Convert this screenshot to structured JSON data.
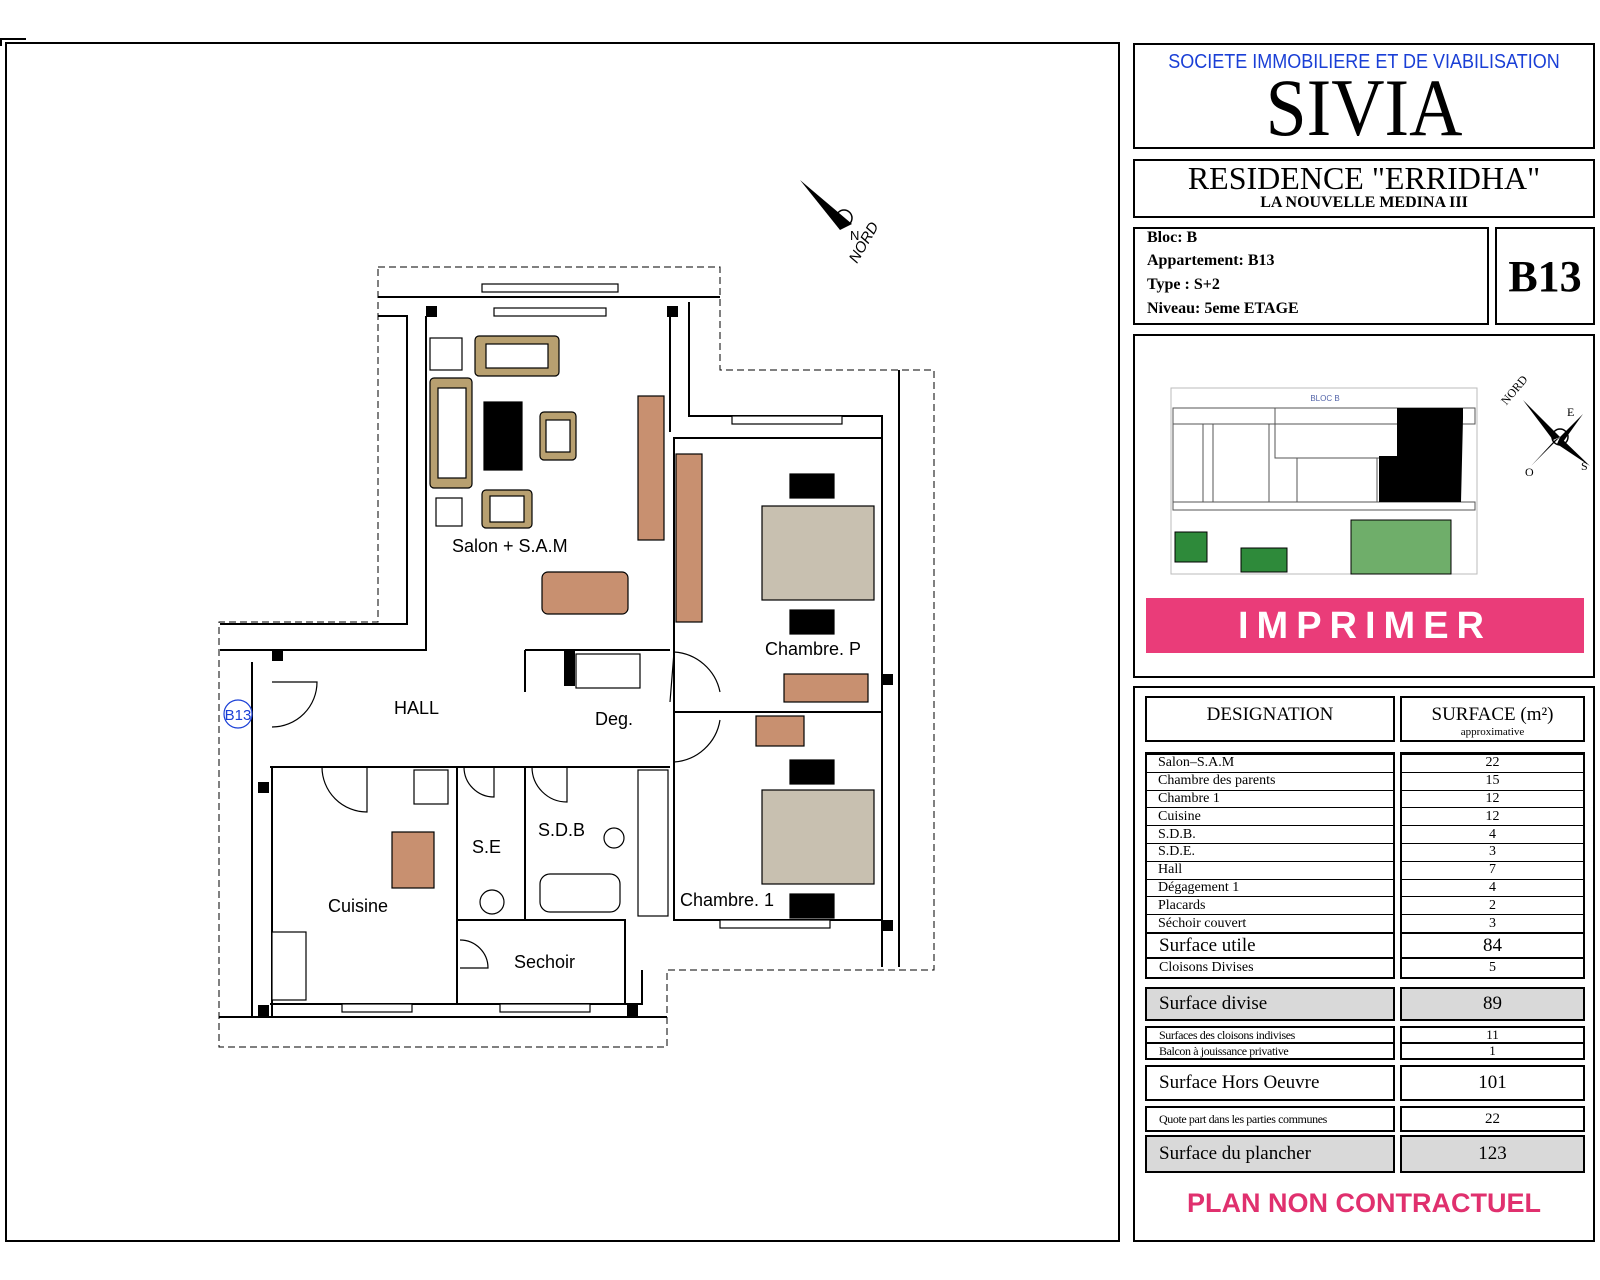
{
  "company": {
    "subtitle": "SOCIETE IMMOBILIERE ET DE VIABILISATION",
    "name": "SIVIA"
  },
  "residence": {
    "name": "RESIDENCE \"ERRIDHA\"",
    "location": "LA NOUVELLE MEDINA III"
  },
  "apartment": {
    "bloc": "Bloc: B",
    "appartement": "Appartement: B13",
    "type": "Type : S+2",
    "niveau": "Niveau: 5eme ETAGE",
    "code": "B13"
  },
  "plan": {
    "north_label": "NORD",
    "north_letter": "N",
    "unit_tag": "B13",
    "rooms": {
      "salon": "Salon + S.A.M",
      "chambre_p": "Chambre. P",
      "hall": "HALL",
      "deg": "Deg.",
      "cuisine": "Cuisine",
      "se": "S.E",
      "sdb": "S.D.B",
      "chambre1": "Chambre. 1",
      "sechoir": "Sechoir"
    }
  },
  "locator": {
    "bloc_label": "BLOC B",
    "compass": {
      "n": "NORD",
      "e": "E",
      "s": "S",
      "o": "O"
    }
  },
  "print_button": "IMPRIMER",
  "table": {
    "header": {
      "designation": "DESIGNATION",
      "surface": "SURFACE (m²)",
      "surface_sub": "approximative"
    },
    "rows": [
      {
        "label": "Salon–S.A.M",
        "value": "22"
      },
      {
        "label": "Chambre des parents",
        "value": "15"
      },
      {
        "label": "Chambre 1",
        "value": "12"
      },
      {
        "label": "Cuisine",
        "value": "12"
      },
      {
        "label": "S.D.B.",
        "value": "4"
      },
      {
        "label": "S.D.E.",
        "value": "3"
      },
      {
        "label": "Hall",
        "value": "7"
      },
      {
        "label": "Dégagement 1",
        "value": "4"
      },
      {
        "label": "Placards",
        "value": "2"
      },
      {
        "label": "Séchoir couvert",
        "value": "3"
      }
    ],
    "surface_utile": {
      "label": "Surface utile",
      "value": "84"
    },
    "cloisons_divises": {
      "label": "Cloisons Divises",
      "value": "5"
    },
    "surface_divise": {
      "label": "Surface divise",
      "value": "89"
    },
    "cloisons_indivises": {
      "label": "Surfaces des cloisons indivises",
      "value": "11"
    },
    "balcon": {
      "label": "Balcon à jouissance privative",
      "value": "1"
    },
    "hors_oeuvre": {
      "label": "Surface Hors Oeuvre",
      "value": "101"
    },
    "quote_part": {
      "label": "Quote part dans les parties communes",
      "value": "22"
    },
    "plancher": {
      "label": "Surface du plancher",
      "value": "123"
    }
  },
  "disclaimer": "PLAN NON CONTRACTUEL"
}
